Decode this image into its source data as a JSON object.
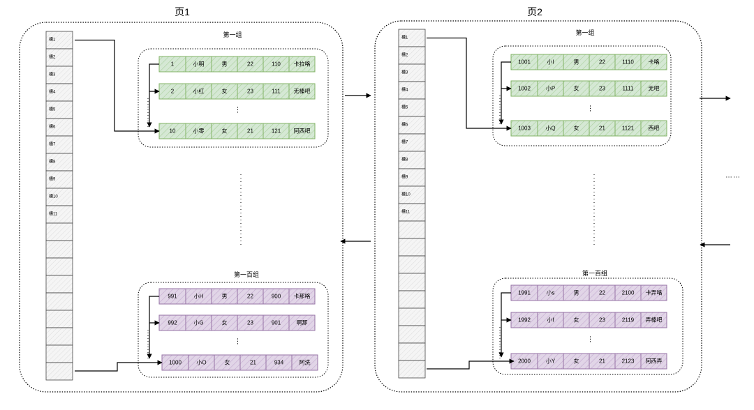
{
  "colors": {
    "green_fill": "#d5e8d4",
    "green_stroke": "#82b366",
    "purple_fill": "#e1d5e7",
    "purple_stroke": "#9673a6",
    "slot_fill": "#f5f5f5",
    "line": "#000000"
  },
  "pages": [
    {
      "title": "页1",
      "slots": [
        "槽1",
        "槽2",
        "槽3",
        "槽4",
        "槽5",
        "槽6",
        "槽7",
        "槽8",
        "槽9",
        "槽10",
        "槽11",
        "",
        "",
        "",
        "",
        "",
        "",
        "",
        "",
        ""
      ],
      "groups": [
        {
          "title": "第一组",
          "color": "green",
          "rows": [
            [
              "1",
              "小明",
              "男",
              "22",
              "110",
              "卡拉咯"
            ],
            [
              "2",
              "小红",
              "女",
              "23",
              "111",
              "无榛吧"
            ],
            [
              "10",
              "小零",
              "女",
              "21",
              "121",
              "阿西吧"
            ]
          ],
          "ellipsis": "⋮"
        },
        {
          "title": "第一百组",
          "color": "purple",
          "rows": [
            [
              "991",
              "小H",
              "男",
              "22",
              "900",
              "卡那咯"
            ],
            [
              "992",
              "小G",
              "女",
              "23",
              "901",
              "啊那"
            ],
            [
              "1000",
              "小O",
              "女",
              "21",
              "934",
              "阿洗"
            ]
          ],
          "ellipsis": "⋮"
        }
      ],
      "middle_ellipsis": "⋮"
    },
    {
      "title": "页2",
      "slots": [
        "槽1",
        "槽2",
        "槽3",
        "槽4",
        "槽5",
        "槽6",
        "槽7",
        "槽8",
        "槽9",
        "槽10",
        "槽11",
        "",
        "",
        "",
        "",
        "",
        "",
        "",
        "",
        ""
      ],
      "groups": [
        {
          "title": "第一组",
          "color": "green",
          "rows": [
            [
              "1001",
              "小I",
              "男",
              "22",
              "1110",
              "卡咯"
            ],
            [
              "1002",
              "小P",
              "女",
              "23",
              "1111",
              "无吧"
            ],
            [
              "1003",
              "小Q",
              "女",
              "21",
              "1121",
              "西吧"
            ]
          ],
          "ellipsis": "⋮"
        },
        {
          "title": "第一百组",
          "color": "purple",
          "rows": [
            [
              "1991",
              "小s",
              "男",
              "22",
              "2100",
              "卡弄咯"
            ],
            [
              "1992",
              "小f",
              "女",
              "23",
              "2119",
              "弄榛吧"
            ],
            [
              "2000",
              "小Y",
              "女",
              "21",
              "2123",
              "阿西弄"
            ]
          ],
          "ellipsis": "⋮"
        }
      ],
      "middle_ellipsis": "⋮"
    }
  ],
  "more_pages": "……"
}
